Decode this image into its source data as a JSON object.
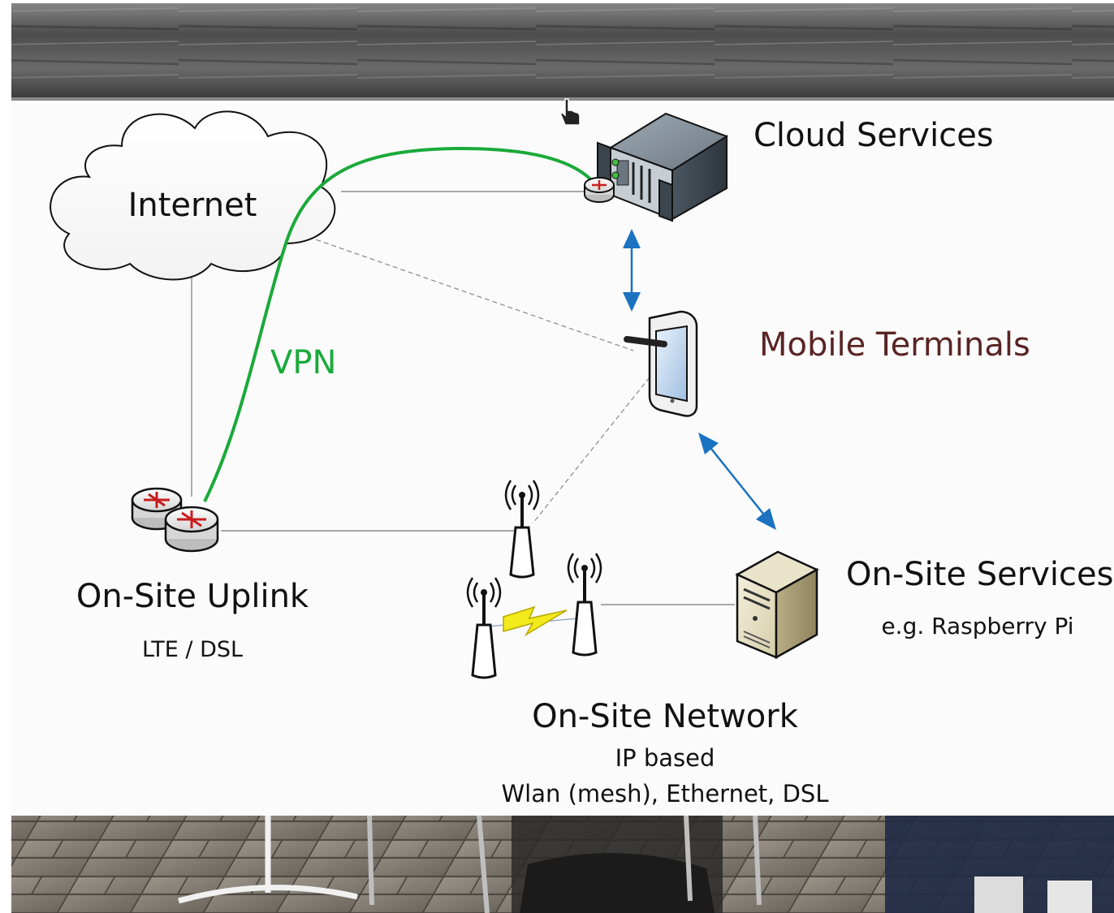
{
  "labels": {
    "internet": "Internet",
    "cloud_services": "Cloud Services",
    "mobile_terminals": "Mobile Terminals",
    "vpn": "VPN",
    "onsite_uplink": "On-Site Uplink",
    "onsite_uplink_sub": "LTE / DSL",
    "onsite_services": "On-Site Services",
    "onsite_services_sub": "e.g. Raspberry Pi",
    "onsite_network": "On-Site Network",
    "onsite_network_sub1": "IP based",
    "onsite_network_sub2": "Wlan (mesh), Ethernet, DSL"
  },
  "colors": {
    "vpn": "#1aaa3a",
    "mobile_terminals_text": "#5a2424",
    "arrow": "#1a72c0",
    "link": "#7a7a7a"
  },
  "icons": {
    "cloud": "cloud-icon",
    "server_rack": "server-rack-icon",
    "tablet": "tablet-icon",
    "router": "router-icon",
    "antenna": "wifi-antenna-icon",
    "pc_tower": "desktop-tower-icon",
    "lightning": "lightning-icon",
    "cursor": "hand-cursor-icon"
  }
}
